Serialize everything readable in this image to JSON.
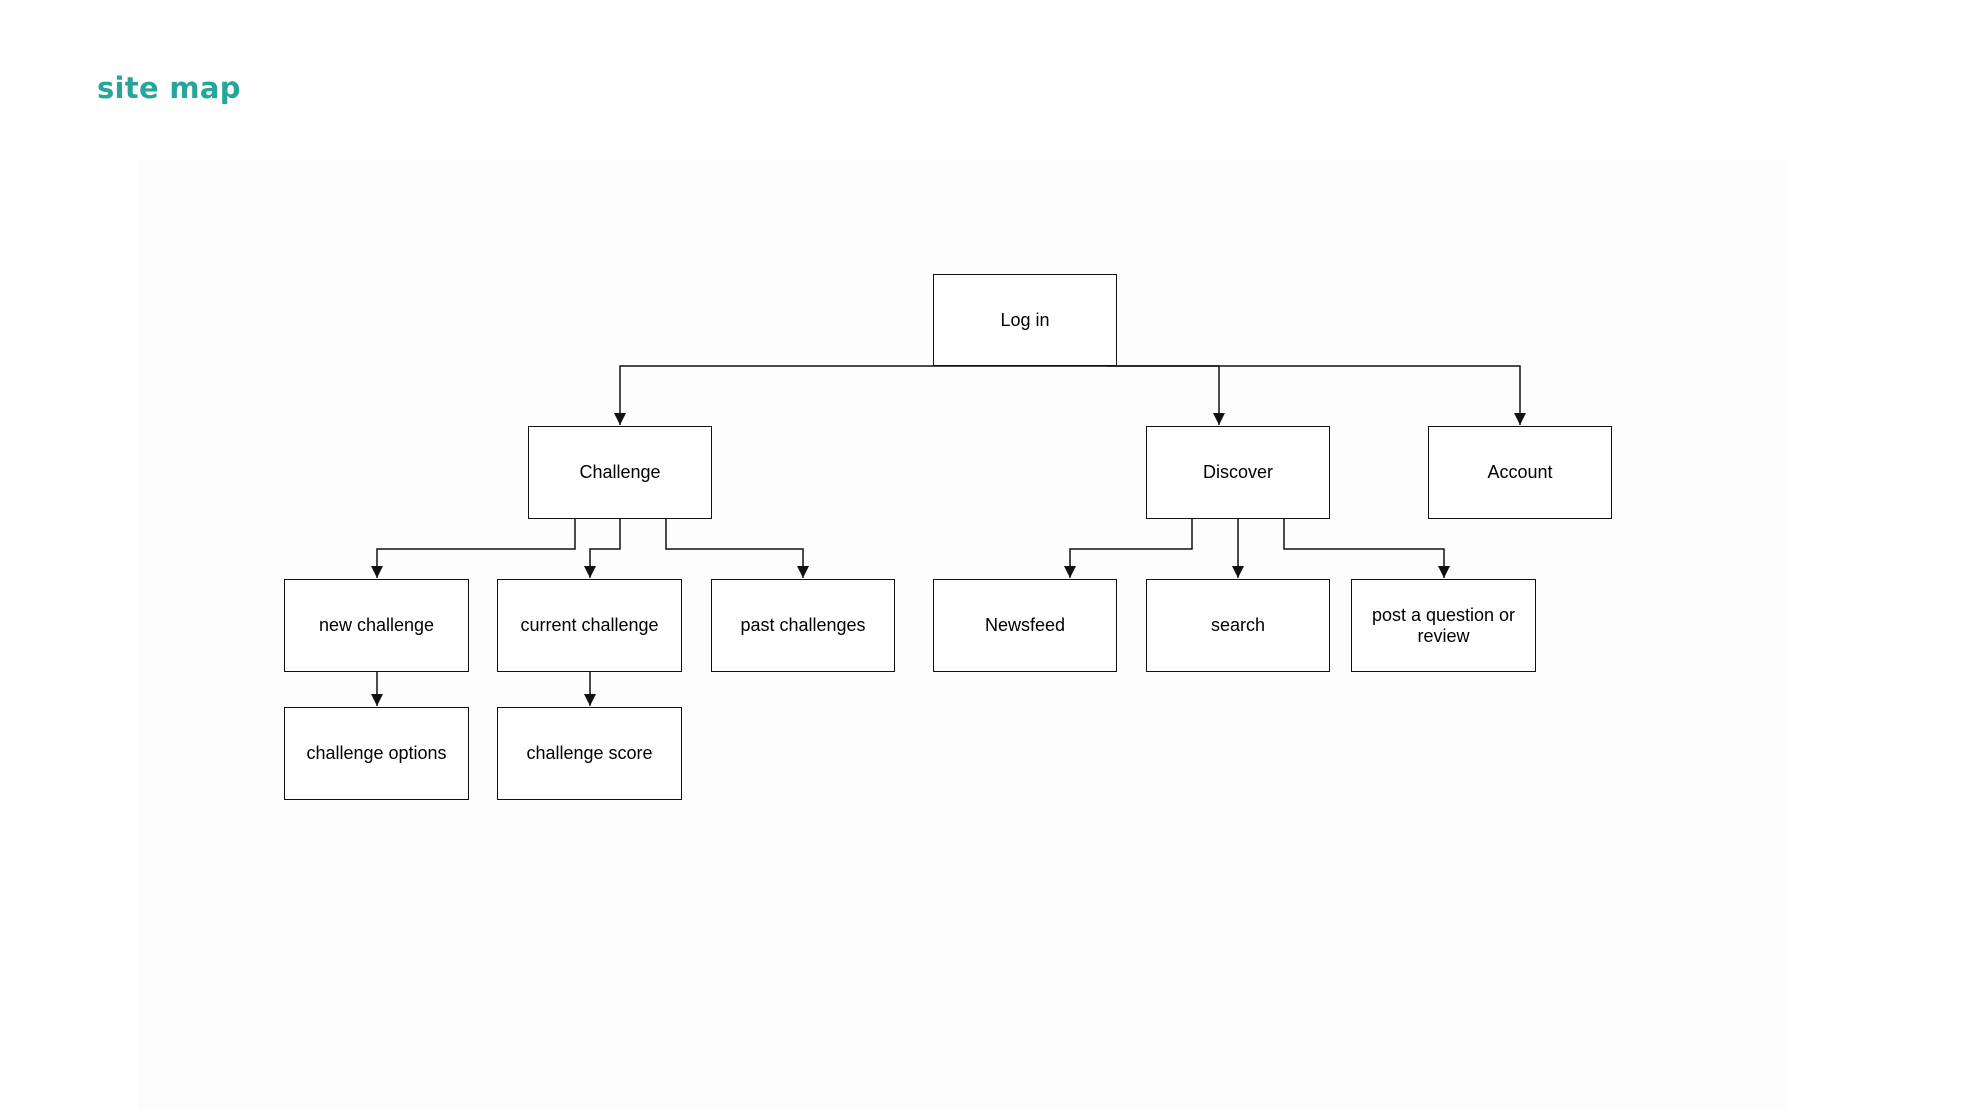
{
  "page": {
    "title": "site map",
    "title_color": "#26a69a"
  },
  "sitemap": {
    "nodes": {
      "login": "Log in",
      "challenge": "Challenge",
      "discover": "Discover",
      "account": "Account",
      "new_challenge": "new challenge",
      "current_challenge": "current challenge",
      "past_challenges": "past challenges",
      "newsfeed": "Newsfeed",
      "search": "search",
      "post_question": "post a question or review",
      "challenge_options": "challenge options",
      "challenge_score": "challenge score"
    },
    "edges": [
      [
        "login",
        "challenge"
      ],
      [
        "login",
        "discover"
      ],
      [
        "login",
        "account"
      ],
      [
        "challenge",
        "new_challenge"
      ],
      [
        "challenge",
        "current_challenge"
      ],
      [
        "challenge",
        "past_challenges"
      ],
      [
        "discover",
        "newsfeed"
      ],
      [
        "discover",
        "search"
      ],
      [
        "discover",
        "post_question"
      ],
      [
        "new_challenge",
        "challenge_options"
      ],
      [
        "current_challenge",
        "challenge_score"
      ]
    ]
  }
}
